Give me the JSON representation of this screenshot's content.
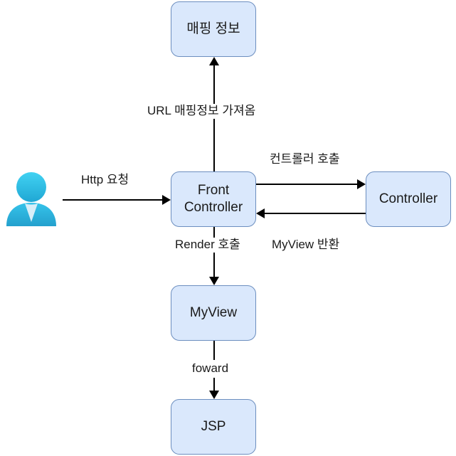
{
  "diagram": {
    "title": "Front Controller pattern flow diagram",
    "colors": {
      "node_fill": "#dae8fc",
      "node_border": "#6c8ebf",
      "line": "#000000",
      "actor_top": "#2bc4ec",
      "actor_bottom": "#27a3cc",
      "actor_collar": "#d8eef8",
      "background": "#ffffff",
      "text": "#1a1a1a"
    },
    "nodes": [
      {
        "id": "mapping-info",
        "label": "매핑 정보"
      },
      {
        "id": "front-controller",
        "label": "Front\nController"
      },
      {
        "id": "controller",
        "label": "Controller"
      },
      {
        "id": "myview",
        "label": "MyView"
      },
      {
        "id": "jsp",
        "label": "JSP"
      }
    ],
    "actor": {
      "name": "user-actor"
    },
    "edges": [
      {
        "id": "http-request",
        "label": "Http 요청",
        "from": "user-actor",
        "to": "front-controller",
        "direction": "right"
      },
      {
        "id": "url-mapping",
        "label": "URL 매핑정보 가져옴",
        "from": "front-controller",
        "to": "mapping-info",
        "direction": "up"
      },
      {
        "id": "controller-call",
        "label": "컨트롤러 호출",
        "from": "front-controller",
        "to": "controller",
        "direction": "right"
      },
      {
        "id": "myview-return",
        "label": "MyView 반환",
        "from": "controller",
        "to": "front-controller",
        "direction": "left"
      },
      {
        "id": "render-call",
        "label": "Render 호출",
        "from": "front-controller",
        "to": "myview",
        "direction": "down"
      },
      {
        "id": "forward",
        "label": "foward",
        "from": "myview",
        "to": "jsp",
        "direction": "down"
      }
    ]
  }
}
